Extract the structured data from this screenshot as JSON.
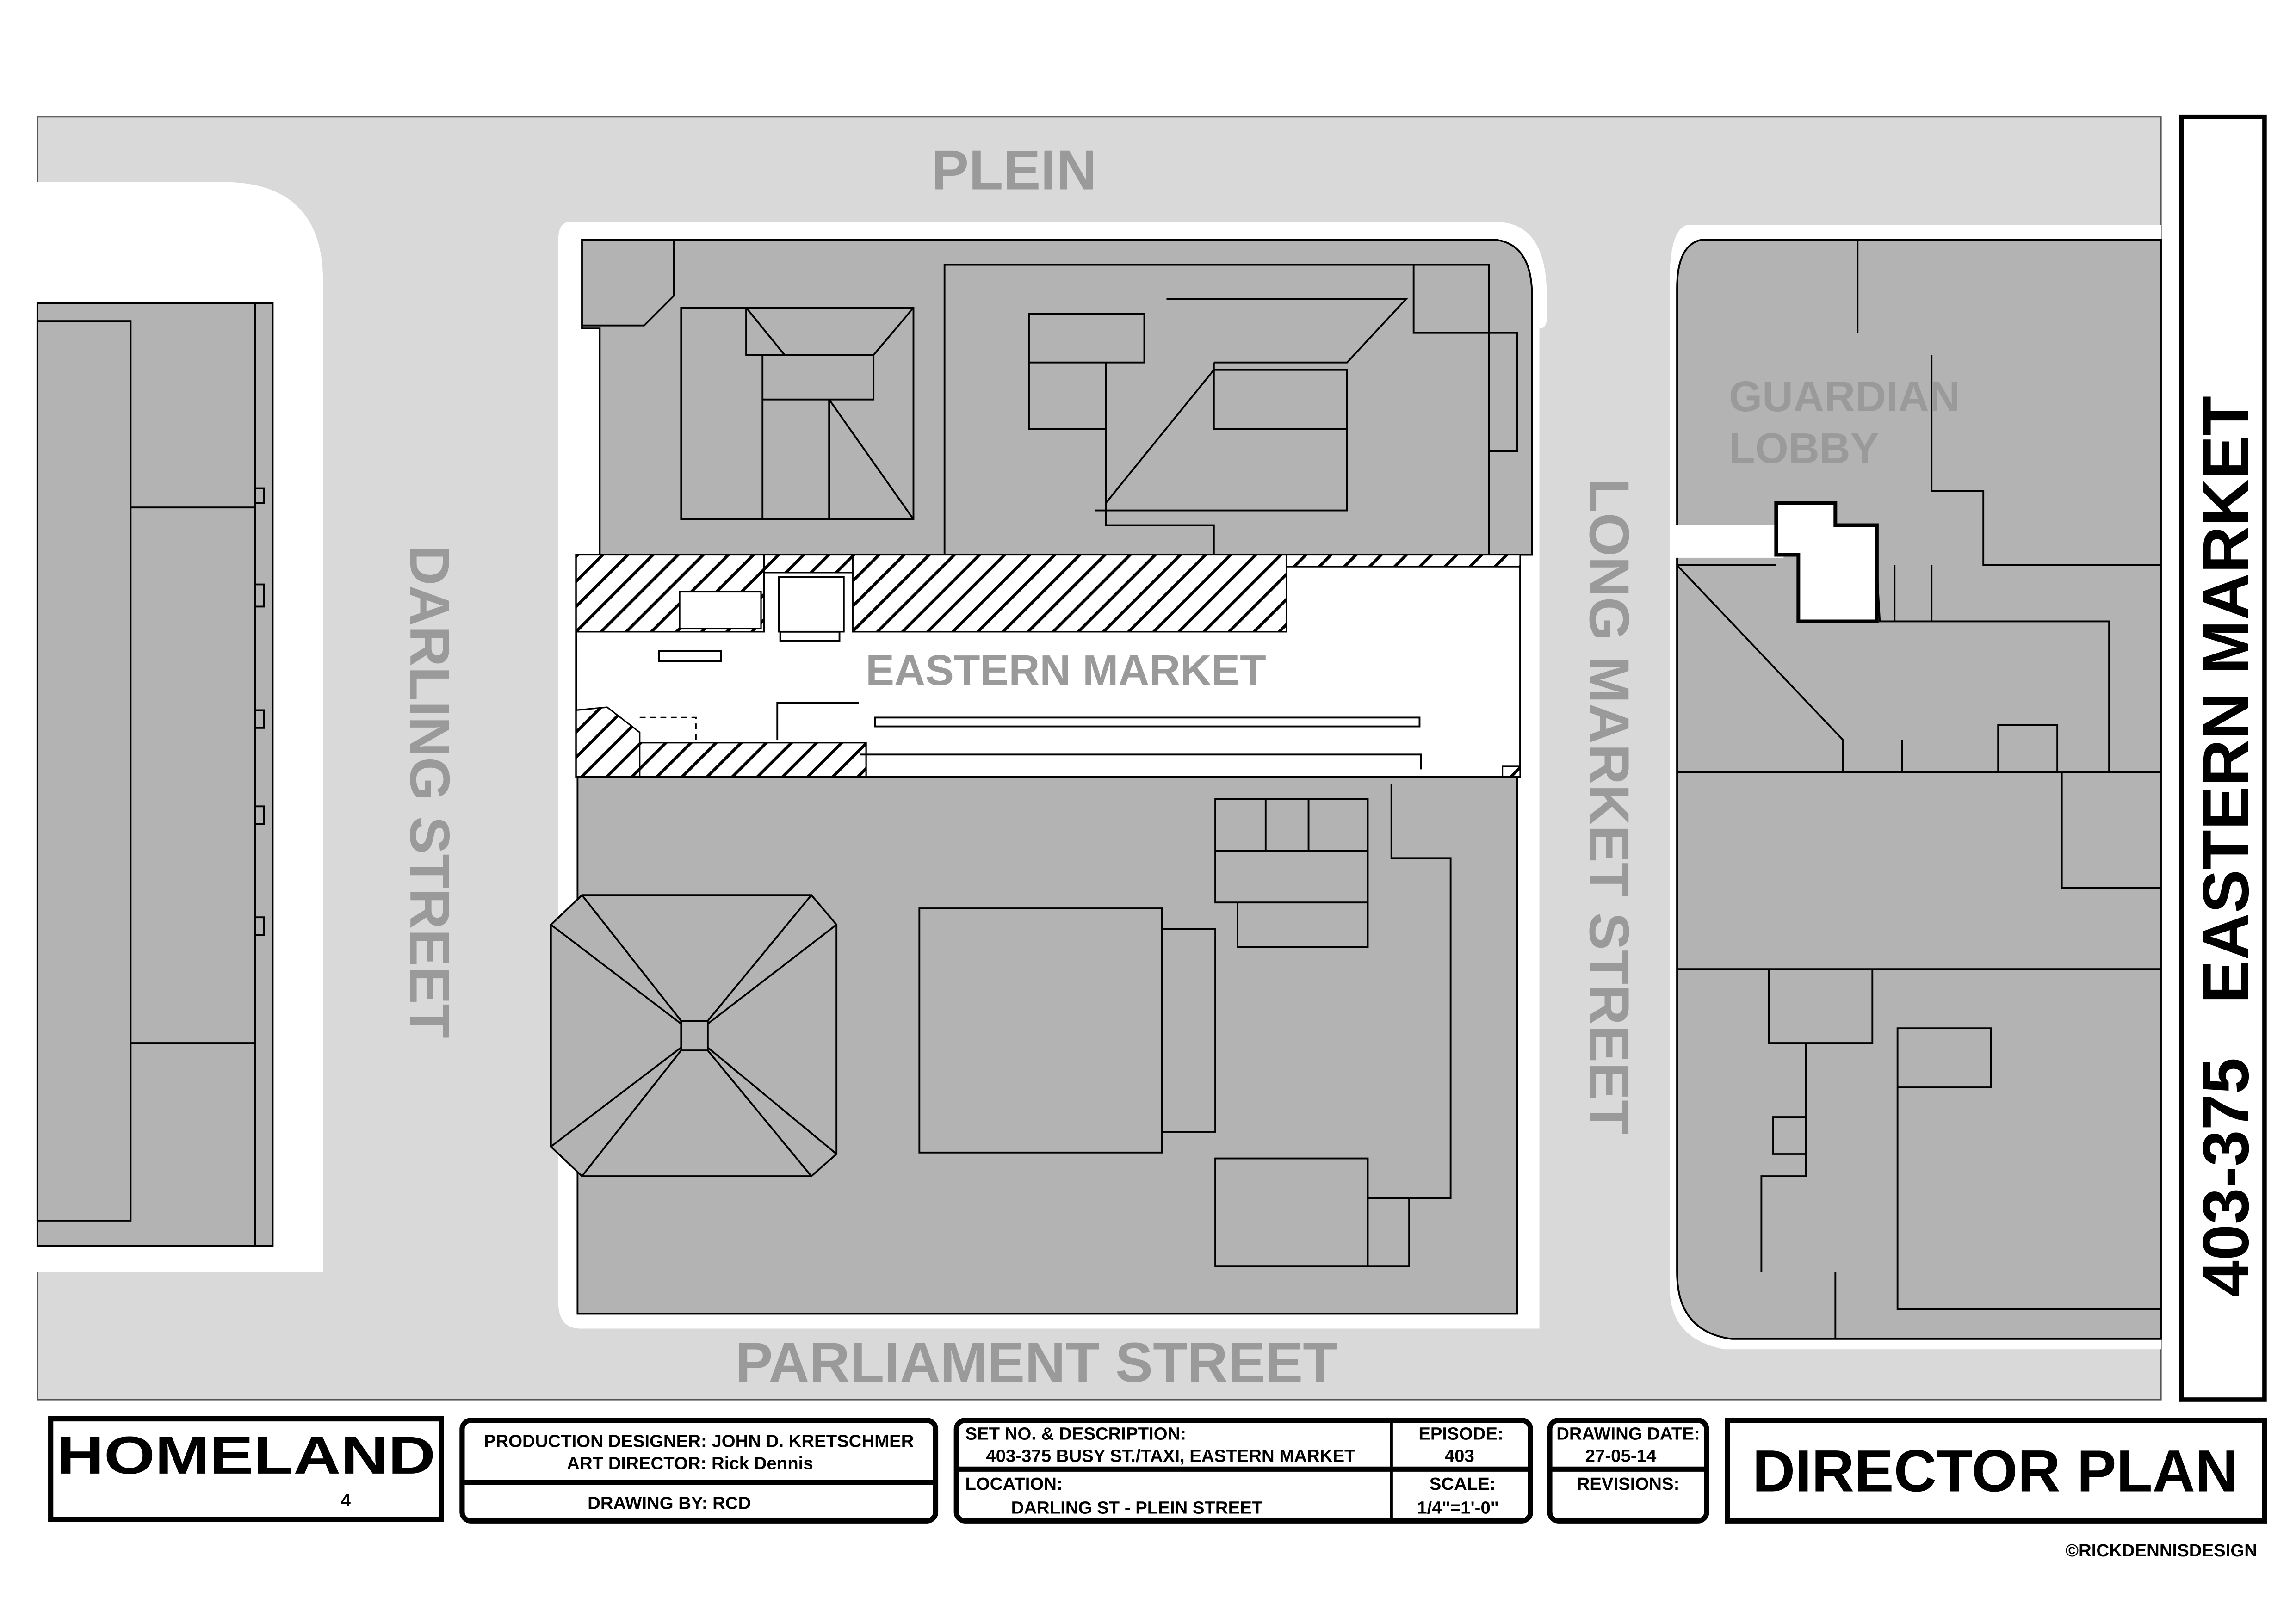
{
  "plan": {
    "streets": {
      "north": "PLEIN",
      "west": "DARLING STREET",
      "east": "LONG MARKET STREET",
      "south": "PARLIAMENT STREET"
    },
    "market_label": "EASTERN MARKET",
    "guardian_line1": "GUARDIAN",
    "guardian_line2": "LOBBY",
    "side_title": "403-375   EASTERN MARKET"
  },
  "title_block": {
    "logo_text": "HOMELAND",
    "production_designer_label": "PRODUCTION DESIGNER:",
    "production_designer": "JOHN D. KRETSCHMER",
    "art_director_label": "ART DIRECTOR:",
    "art_director": "Rick Dennis",
    "drawing_by_label": "DRAWING BY:",
    "drawing_by": "RCD",
    "set_label": "SET NO. & DESCRIPTION:",
    "set_value": "403-375 BUSY ST./TAXI, EASTERN MARKET",
    "location_label": "LOCATION:",
    "location_value": "DARLING ST - PLEIN STREET",
    "episode_label": "EPISODE:",
    "episode_value": "403",
    "scale_label": "SCALE:",
    "scale_value": "1/4\"=1'-0\"",
    "date_label": "DRAWING DATE:",
    "date_value": "27-05-14",
    "revisions_label": "REVISIONS:",
    "plan_title": "DIRECTOR PLAN",
    "copyright": "©RICKDENNISDESIGN"
  }
}
